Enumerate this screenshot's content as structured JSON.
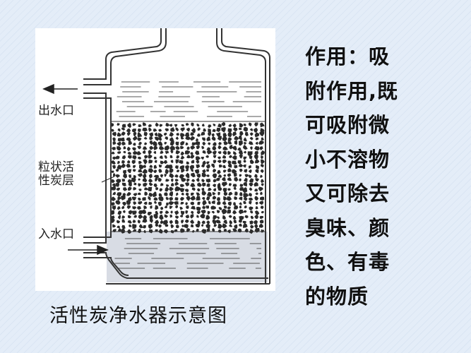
{
  "diagram": {
    "labels": {
      "outlet": "出水口",
      "carbon_layer_line1": "粒状活",
      "carbon_layer_line2": "性炭层",
      "inlet": "入水口"
    },
    "caption": "活性炭净水器示意图"
  },
  "function_text": {
    "lines": [
      "作用：吸",
      "附作用,既",
      "可吸附微",
      "小不溶物",
      "又可除去",
      "臭味、颜",
      "色、有毒",
      "的物质"
    ]
  },
  "colors": {
    "background": "#dfe9f6",
    "panel": "#ffffff",
    "ink": "#222222",
    "water_bottom": "#d7dbe3",
    "granule": "#2a2a2a"
  }
}
